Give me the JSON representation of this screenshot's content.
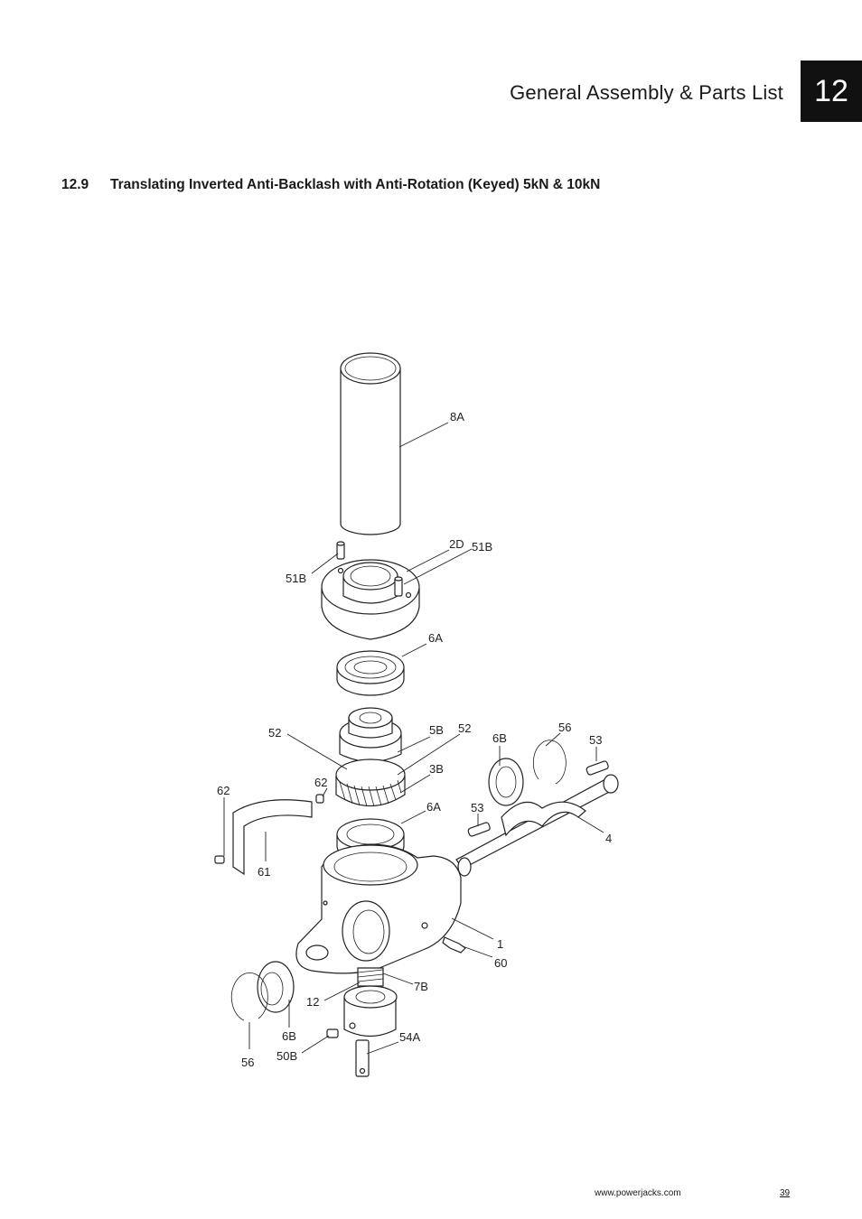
{
  "header": {
    "title": "General Assembly & Parts List",
    "chapter": "12"
  },
  "section": {
    "number": "12.9",
    "title": "Translating Inverted Anti-Backlash with Anti-Rotation (Keyed) 5kN & 10kN"
  },
  "callouts": [
    {
      "id": "8A"
    },
    {
      "id": "2D"
    },
    {
      "id": "51B"
    },
    {
      "id": "51B"
    },
    {
      "id": "6A"
    },
    {
      "id": "52"
    },
    {
      "id": "5B"
    },
    {
      "id": "52"
    },
    {
      "id": "6B"
    },
    {
      "id": "56"
    },
    {
      "id": "53"
    },
    {
      "id": "3B"
    },
    {
      "id": "62"
    },
    {
      "id": "62"
    },
    {
      "id": "6A"
    },
    {
      "id": "53"
    },
    {
      "id": "4"
    },
    {
      "id": "61"
    },
    {
      "id": "1"
    },
    {
      "id": "60"
    },
    {
      "id": "7B"
    },
    {
      "id": "12"
    },
    {
      "id": "6B"
    },
    {
      "id": "50B"
    },
    {
      "id": "54A"
    },
    {
      "id": "56"
    }
  ],
  "footer": {
    "website": "www.powerjacks.com",
    "page_number": "39"
  }
}
